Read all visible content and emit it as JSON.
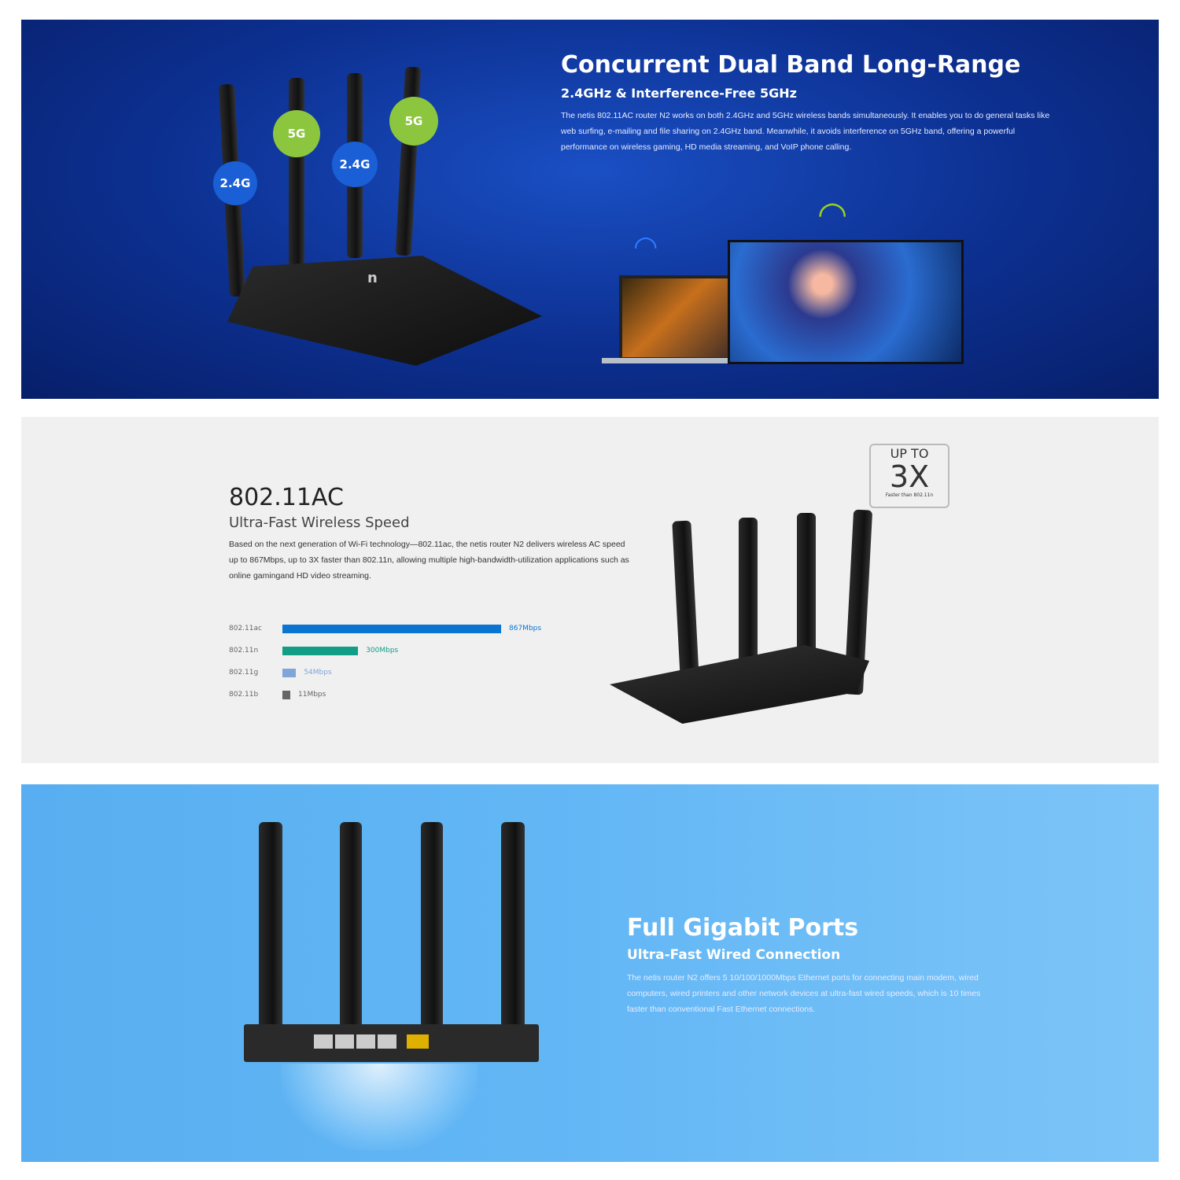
{
  "section1": {
    "title": "Concurrent Dual Band Long-Range",
    "subtitle": "2.4GHz & Interference-Free 5GHz",
    "body": "The netis 802.11AC router N2 works on both 2.4GHz and 5GHz wireless bands simultaneously. It enables you to do general tasks like web surfing, e-mailing and file sharing on 2.4GHz band. Meanwhile, it avoids interference on 5GHz band, offering a powerful performance on wireless gaming, HD media streaming, and VoIP phone calling.",
    "badges": [
      "2.4G",
      "5G",
      "2.4G",
      "5G"
    ],
    "logo": "n",
    "colors": {
      "band_24": "#1a5fd6",
      "band_5": "#8cc63f",
      "wifi_24": "#2f7bff",
      "wifi_5": "#9ad11c"
    }
  },
  "section2": {
    "title": "802.11AC",
    "subtitle": "Ultra-Fast Wireless Speed",
    "body": "Based on the next generation of Wi-Fi technology—802.11ac, the netis router N2 delivers wireless AC speed up to 867Mbps, up to 3X faster than 802.11n, allowing multiple high-bandwidth-utilization applications such as online gamingand HD video streaming.",
    "badge": {
      "top": "UP TO",
      "big": "3X",
      "small": "Faster than 802.11n"
    },
    "chart_data": {
      "type": "bar",
      "orientation": "horizontal",
      "categories": [
        "802.11ac",
        "802.11n",
        "802.11g",
        "802.11b"
      ],
      "values": [
        867,
        300,
        54,
        11
      ],
      "labels": [
        "867Mbps",
        "300Mbps",
        "54Mbps",
        "11Mbps"
      ],
      "colors": [
        "#0a74d0",
        "#129e86",
        "#7fa6d6",
        "#666666"
      ]
    }
  },
  "section3": {
    "title": "Full Gigabit Ports",
    "subtitle": "Ultra-Fast Wired Connection",
    "body": "The netis router N2 offers 5 10/100/1000Mbps Ethernet ports for connecting main modem, wired computers, wired printers and other network devices at ultra-fast wired speeds, which is 10 times faster than conventional Fast Ethernet connections."
  }
}
